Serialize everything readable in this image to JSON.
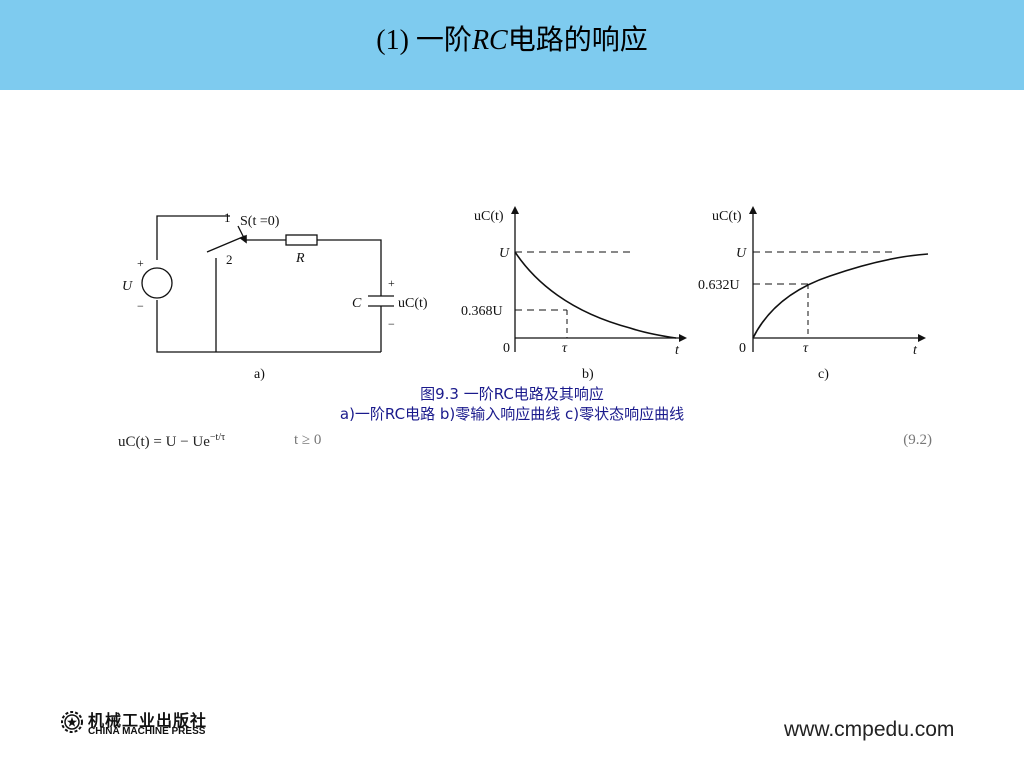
{
  "header": {
    "title_prefix": "(1) ",
    "title_cn1": "一阶",
    "title_italic": "RC",
    "title_cn2": "电路的响应",
    "background_color": "#7ecbef"
  },
  "figure": {
    "circuit": {
      "switch_label": "S(t =0)",
      "contact_1": "1",
      "contact_2": "2",
      "resistor": "R",
      "capacitor": "C",
      "source": "U",
      "voltage": "uC(t)",
      "plus": "+",
      "minus": "−",
      "sublabel": "a)"
    },
    "zero_input": {
      "y_axis": "uC(t)",
      "x_axis": "t",
      "level_U": "U",
      "level_0368": "0.368U",
      "origin": "0",
      "tau": "τ",
      "sublabel": "b)"
    },
    "zero_state": {
      "y_axis": "uC(t)",
      "x_axis": "t",
      "level_U": "U",
      "level_0632": "0.632U",
      "origin": "0",
      "tau": "τ",
      "sublabel": "c)"
    },
    "caption_line1": "图9.3    一阶RC电路及其响应",
    "caption_line2": "a)一阶RC电路    b)零输入响应曲线    c)零状态响应曲线",
    "caption_color": "#1a1a8c"
  },
  "equation": {
    "lhs": "uC(t) = U − Ue",
    "exponent": "−t/τ",
    "condition": "t ≥ 0",
    "number": "(9.2)"
  },
  "footer": {
    "logo_cn": "机械工业出版社",
    "logo_en": "CHINA MACHINE PRESS",
    "url": "www.cmpedu.com"
  }
}
